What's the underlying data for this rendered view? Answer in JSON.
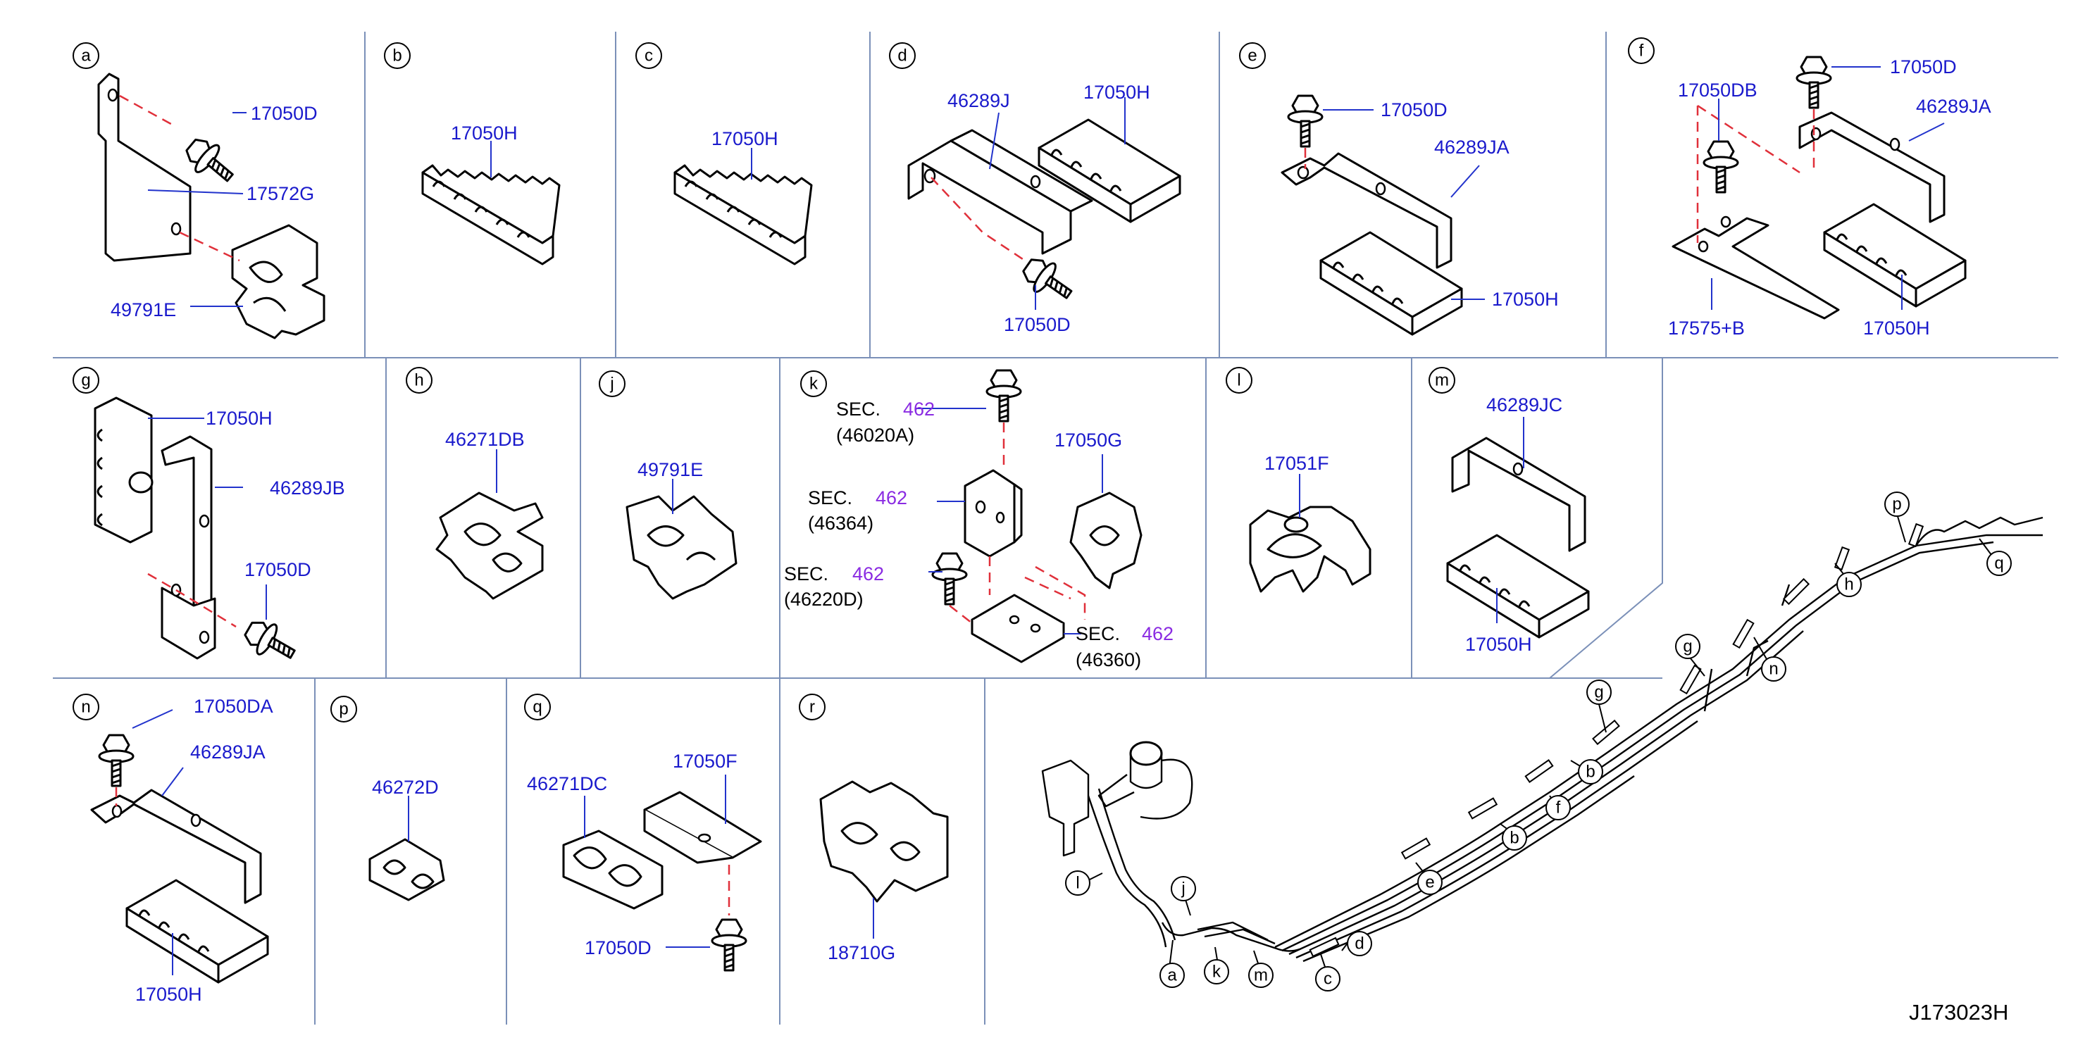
{
  "panels": {
    "a": {
      "letter": "a",
      "parts": [
        "17050D",
        "17572G",
        "49791E"
      ]
    },
    "b": {
      "letter": "b",
      "parts": [
        "17050H"
      ]
    },
    "c": {
      "letter": "c",
      "parts": [
        "17050H"
      ]
    },
    "d": {
      "letter": "d",
      "parts": [
        "46289J",
        "17050H",
        "17050D"
      ]
    },
    "e": {
      "letter": "e",
      "parts": [
        "17050D",
        "46289JA",
        "17050H"
      ]
    },
    "f": {
      "letter": "f",
      "parts": [
        "17050D",
        "17050DB",
        "46289JA",
        "17575+B",
        "17050H"
      ]
    },
    "g": {
      "letter": "g",
      "parts": [
        "17050H",
        "46289JB",
        "17050D"
      ]
    },
    "h": {
      "letter": "h",
      "parts": [
        "46271DB"
      ]
    },
    "j": {
      "letter": "j",
      "parts": [
        "49791E"
      ]
    },
    "k": {
      "letter": "k",
      "parts": [
        "17050G"
      ],
      "sec": [
        {
          "label": "SEC.",
          "num": "462",
          "ref": "(46020A)"
        },
        {
          "label": "SEC.",
          "num": "462",
          "ref": "(46364)"
        },
        {
          "label": "SEC.",
          "num": "462",
          "ref": "(46220D)"
        },
        {
          "label": "SEC.",
          "num": "462",
          "ref": "(46360)"
        }
      ]
    },
    "l": {
      "letter": "l",
      "parts": [
        "17051F"
      ]
    },
    "m": {
      "letter": "m",
      "parts": [
        "46289JC",
        "17050H"
      ]
    },
    "n": {
      "letter": "n",
      "parts": [
        "17050DA",
        "46289JA",
        "17050H"
      ]
    },
    "p": {
      "letter": "p",
      "parts": [
        "46272D"
      ]
    },
    "q": {
      "letter": "q",
      "parts": [
        "46271DC",
        "17050F",
        "17050D"
      ]
    },
    "r": {
      "letter": "r",
      "parts": [
        "18710G"
      ]
    }
  },
  "overview": {
    "labels": [
      "p",
      "q",
      "h",
      "g",
      "n",
      "g",
      "b",
      "f",
      "b",
      "e",
      "d",
      "l",
      "j",
      "a",
      "k",
      "m",
      "c"
    ]
  },
  "diagram_code": "J173023H"
}
